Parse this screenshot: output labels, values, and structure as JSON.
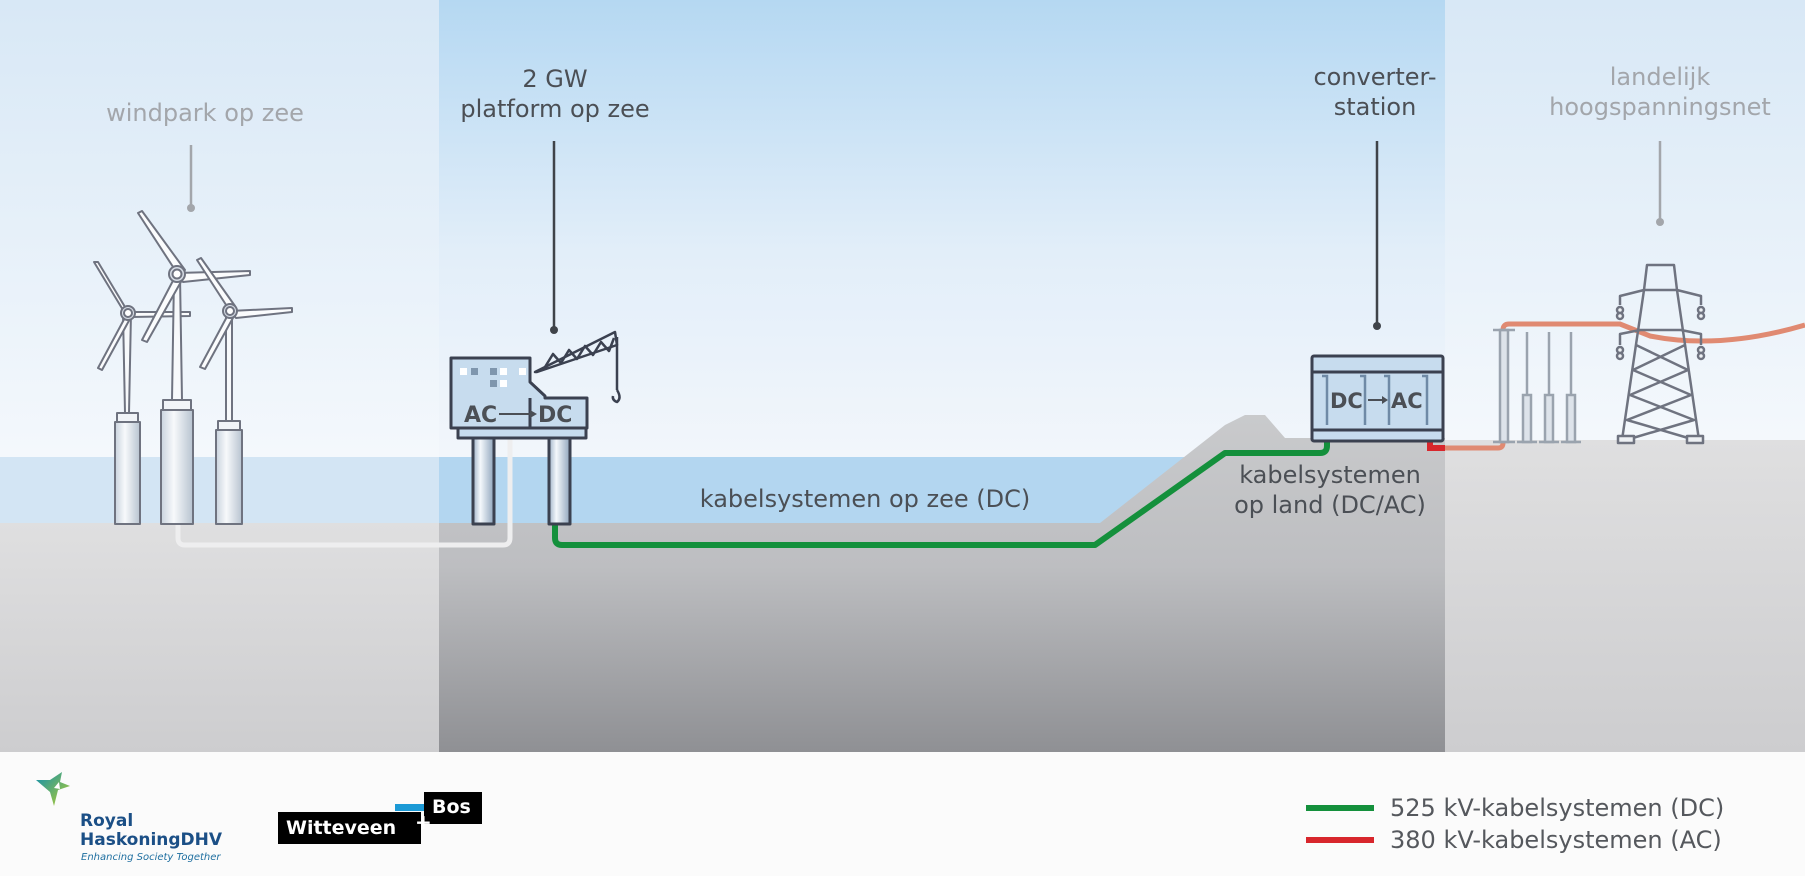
{
  "diagram": {
    "title_labels": {
      "windpark": "windpark op zee",
      "platform_line1": "2 GW",
      "platform_line2": "platform op zee",
      "converter_line1": "converter-",
      "converter_line2": "station",
      "grid_line1": "landelijk",
      "grid_line2": "hoogspanningsnet",
      "sea_cables": "kabelsystemen op zee (DC)",
      "land_cables_line1": "kabelsystemen",
      "land_cables_line2": "op land (DC/AC)"
    },
    "platform_conversion": {
      "from": "AC",
      "to": "DC"
    },
    "converter_conversion": {
      "from": "DC",
      "to": "AC"
    },
    "colors": {
      "dc_cable": "#14903c",
      "ac_cable": "#d8262c",
      "ac_overhead": "#e08a72",
      "sky_center": "#b5d8f2",
      "sky_side": "#d8e8f6",
      "water": "#b3d6f0",
      "ground_center_top": "#c6c7c9",
      "ground_center_bottom": "#8f9094",
      "ground_side": "#dcdcdd",
      "outline": "#3b4150"
    }
  },
  "legend": {
    "items": [
      {
        "label": "525 kV-kabelsystemen (DC)",
        "color": "#14903c"
      },
      {
        "label": "380 kV-kabelsystemen (AC)",
        "color": "#d8262c"
      }
    ]
  },
  "logos": {
    "rhdhv_line1": "Royal",
    "rhdhv_line2": "HaskoningDHV",
    "rhdhv_tagline": "Enhancing Society Together",
    "wb_left": "Witteveen",
    "wb_plus": "+",
    "wb_right": "Bos"
  }
}
